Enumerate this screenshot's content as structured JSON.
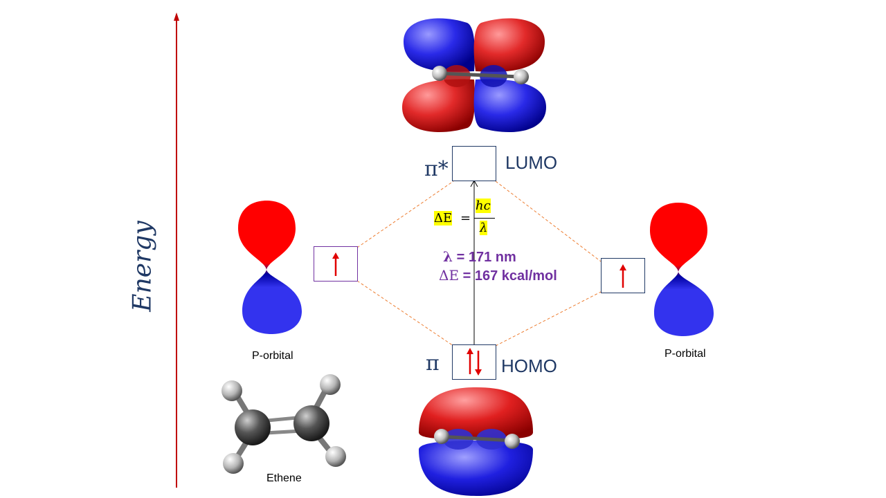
{
  "axis": {
    "label": "Energy",
    "color": "#c00000"
  },
  "levels": {
    "pi_star": {
      "symbol": "π*",
      "name": "LUMO"
    },
    "pi": {
      "symbol": "π",
      "name": "HOMO"
    }
  },
  "p_orbital_left": {
    "label": "P-orbital"
  },
  "p_orbital_right": {
    "label": "P-orbital"
  },
  "molecule": {
    "label": "Ethene"
  },
  "formula": {
    "lhs": "ΔE",
    "eq": "=",
    "numerator": "hc",
    "denominator": "λ"
  },
  "results": {
    "lambda_symbol": "λ",
    "lambda_value": "=  171 nm",
    "delta_symbol": "ΔE",
    "delta_value": "= 167 kcal/mol"
  },
  "colors": {
    "lobe_red": "#ff0000",
    "lobe_blue": "#3333ee",
    "title_navy": "#1f3864",
    "purple": "#7030a0",
    "dashed_orange": "#ed7d31"
  }
}
